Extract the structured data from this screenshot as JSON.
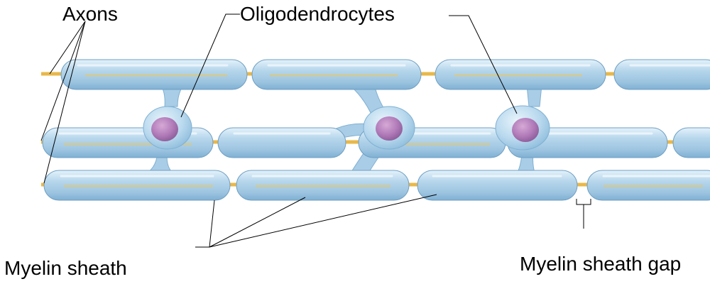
{
  "labels": {
    "axons": "Axons",
    "oligodendrocytes": "Oligodendrocytes",
    "myelin_sheath": "Myelin sheath",
    "myelin_sheath_gap": "Myelin sheath gap"
  },
  "colors": {
    "sheath_fill": "#a9cde6",
    "sheath_highlight": "#e4f2fb",
    "sheath_shadow": "#7fb0d3",
    "axon": "#e8b84a",
    "nucleus": "#b07ab8",
    "cell_body": "#b9d9ee",
    "leader_line": "#000000"
  },
  "axon_rows": [
    {
      "sheaths": 4
    },
    {
      "sheaths": 5
    },
    {
      "sheaths": 4
    }
  ],
  "oligodendrocyte_count": 3
}
